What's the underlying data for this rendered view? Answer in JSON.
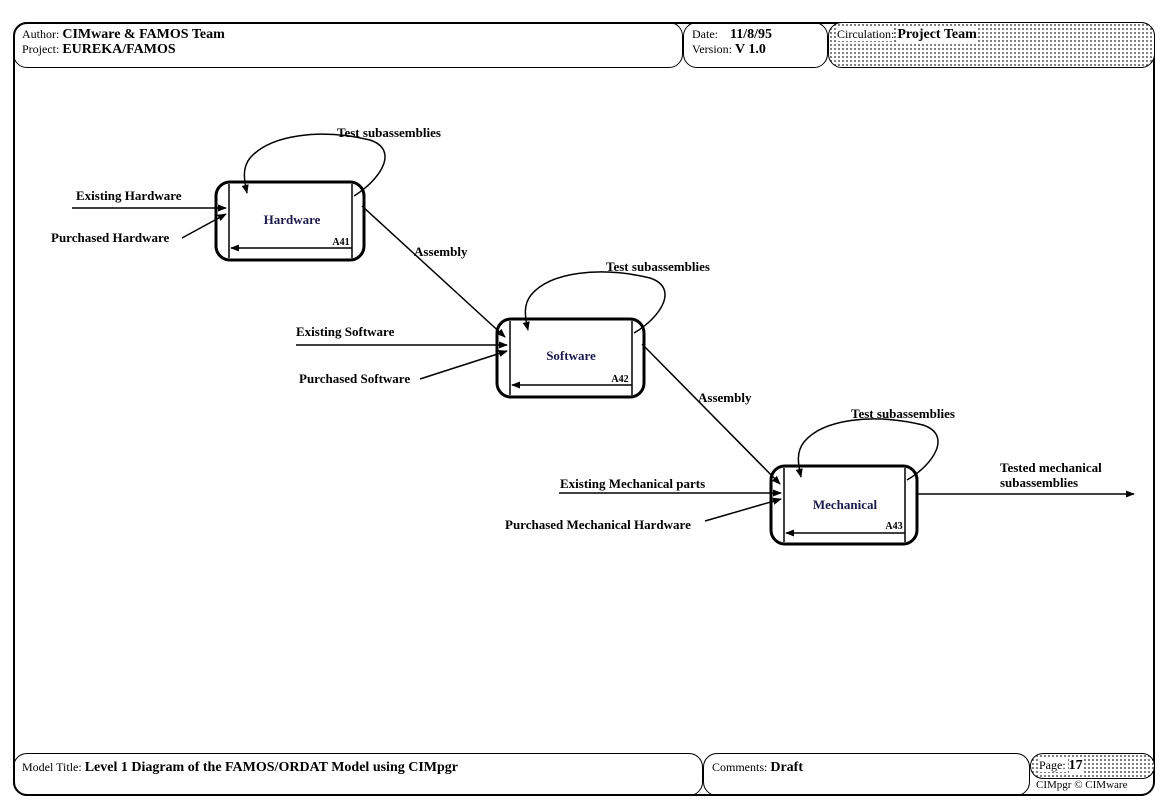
{
  "header": {
    "author_label": "Author:",
    "author": "CIMware & FAMOS Team",
    "project_label": "Project:",
    "project": "EUREKA/FAMOS",
    "date_label": "Date:",
    "date": "11/8/95",
    "version_label": "Version:",
    "version": "V 1.0",
    "circulation_label": "Circulation:",
    "circulation": "Project Team"
  },
  "footer": {
    "model_title_label": "Model Title:",
    "model_title": "Level 1 Diagram of the FAMOS/ORDAT Model using CIMpgr",
    "comments_label": "Comments:",
    "comments": "Draft",
    "page_label": "Page:",
    "page": "17",
    "copyright": "CIMpgr © CIMware"
  },
  "diagram": {
    "boxes": [
      {
        "label": "Hardware",
        "number": "A41"
      },
      {
        "label": "Software",
        "number": "A42"
      },
      {
        "label": "Mechanical",
        "number": "A43"
      }
    ],
    "arrows": {
      "hw_existing": "Existing Hardware",
      "hw_purchased": "Purchased Hardware",
      "hw_test": "Test subassemblies",
      "assembly_1": "Assembly",
      "sw_existing": "Existing Software",
      "sw_purchased": "Purchased Software",
      "sw_test": "Test subassemblies",
      "assembly_2": "Assembly",
      "mech_existing": "Existing Mechanical parts",
      "mech_purchased": "Purchased Mechanical Hardware",
      "mech_test": "Test subassemblies",
      "output_line1": "Tested mechanical",
      "output_line2": "subassemblies"
    }
  }
}
